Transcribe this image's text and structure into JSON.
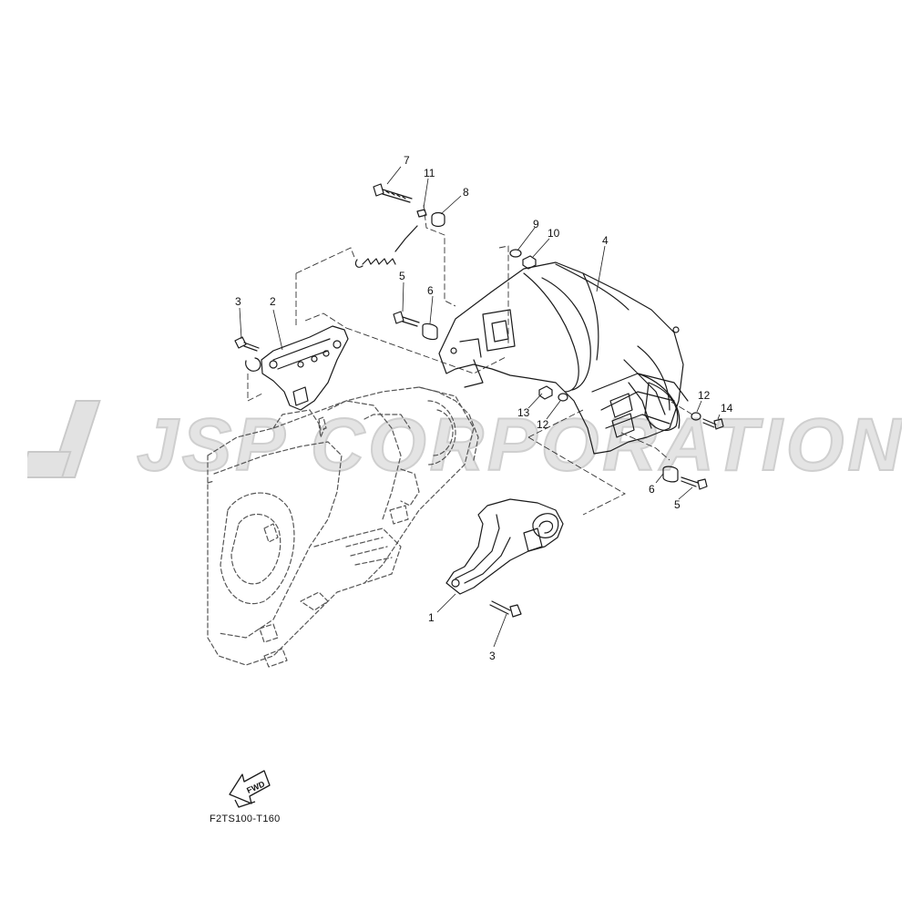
{
  "watermark": {
    "text": "JSP CORPORATION"
  },
  "callouts": [
    {
      "id": "c1",
      "text": "1"
    },
    {
      "id": "c2",
      "text": "2"
    },
    {
      "id": "c3a",
      "text": "3"
    },
    {
      "id": "c3b",
      "text": "3"
    },
    {
      "id": "c4",
      "text": "4"
    },
    {
      "id": "c5a",
      "text": "5"
    },
    {
      "id": "c5b",
      "text": "5"
    },
    {
      "id": "c6a",
      "text": "6"
    },
    {
      "id": "c6b",
      "text": "6"
    },
    {
      "id": "c7",
      "text": "7"
    },
    {
      "id": "c8",
      "text": "8"
    },
    {
      "id": "c9",
      "text": "9"
    },
    {
      "id": "c10",
      "text": "10"
    },
    {
      "id": "c11",
      "text": "11"
    },
    {
      "id": "c12a",
      "text": "12"
    },
    {
      "id": "c12b",
      "text": "12"
    },
    {
      "id": "c13",
      "text": "13"
    },
    {
      "id": "c14",
      "text": "14"
    }
  ],
  "fwd_badge": {
    "text": "FWD"
  },
  "figure_code": "F2TS100-T160",
  "colors": {
    "line": "#1a1a1a",
    "watermark": "#dcdcdc",
    "dashed": "#6a6a6a"
  }
}
